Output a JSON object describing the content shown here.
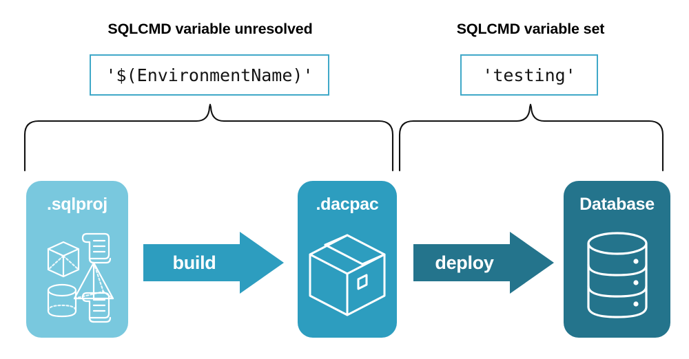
{
  "diagram": {
    "title_left": "SQLCMD variable unresolved",
    "title_right": "SQLCMD variable set",
    "code_left": "'$(EnvironmentName)'",
    "code_right": "'testing'",
    "stages": [
      {
        "label": ".sqlproj",
        "art": "sql-objects-icon",
        "color": "#79C8DE"
      },
      {
        "label": ".dacpac",
        "art": "package-box-icon",
        "color": "#2D9DBF"
      },
      {
        "label": "Database",
        "art": "database-cylinder-icon",
        "color": "#24748C"
      }
    ],
    "arrows": [
      {
        "label": "build",
        "color": "#2D9DBF"
      },
      {
        "label": "deploy",
        "color": "#24748C"
      }
    ],
    "braces": [
      {
        "name": "brace-left",
        "covers": "sqlproj-to-dacpac"
      },
      {
        "name": "brace-right",
        "covers": "dacpac-to-database"
      }
    ],
    "colors": {
      "light_blue": "#79C8DE",
      "medium_teal": "#2D9DBF",
      "dark_teal": "#24748C",
      "code_border": "#3FA8C8",
      "text": "#000000",
      "background": "#ffffff"
    }
  }
}
